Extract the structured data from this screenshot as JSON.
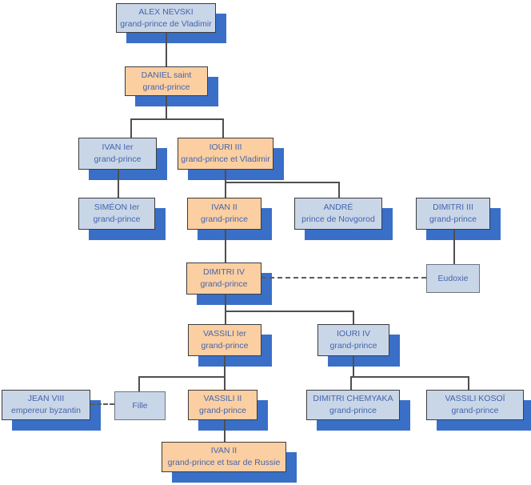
{
  "colors": {
    "box_blue": "#c9d6e7",
    "box_peach": "#fbcfa1",
    "shadow_blue": "#3a6fc8",
    "text_blue": "#4464ae",
    "line_color": "#4f4f4f"
  },
  "nodes": [
    {
      "id": "alex-nevski",
      "title": "ALEX NEVSKI",
      "subtitle": "grand-prince de Vladimir",
      "style": "blue"
    },
    {
      "id": "daniel",
      "title": "DANIEL saint",
      "subtitle": "grand-prince",
      "style": "peach"
    },
    {
      "id": "ivan-1er",
      "title": "IVAN Ier",
      "subtitle": "grand-prince",
      "style": "blue"
    },
    {
      "id": "iouri-3",
      "title": "IOURI III",
      "subtitle": "grand-prince et Vladimir",
      "style": "peach"
    },
    {
      "id": "simeon-1er",
      "title": "SIMÉON Ier",
      "subtitle": "grand-prince",
      "style": "blue"
    },
    {
      "id": "ivan-2",
      "title": "IVAN II",
      "subtitle": "grand-prince",
      "style": "peach"
    },
    {
      "id": "andre",
      "title": "ANDRÉ",
      "subtitle": "prince de Novgorod",
      "style": "blue"
    },
    {
      "id": "dimitri-3",
      "title": "DIMITRI III",
      "subtitle": "grand-prince",
      "style": "blue"
    },
    {
      "id": "dimitri-4",
      "title": "DIMITRI IV",
      "subtitle": "grand-prince",
      "style": "peach"
    },
    {
      "id": "eudoxie",
      "title": "Eudoxie",
      "subtitle": "",
      "style": "plain"
    },
    {
      "id": "vassili-1er",
      "title": "VASSILI Ier",
      "subtitle": "grand-prince",
      "style": "peach"
    },
    {
      "id": "iouri-4",
      "title": "IOURI IV",
      "subtitle": "grand-prince",
      "style": "blue"
    },
    {
      "id": "jean-8",
      "title": "JEAN VIII",
      "subtitle": "empereur byzantin",
      "style": "blue"
    },
    {
      "id": "fille",
      "title": "Fille",
      "subtitle": "",
      "style": "plain"
    },
    {
      "id": "vassili-2",
      "title": "VASSILI II",
      "subtitle": "grand-prince",
      "style": "peach"
    },
    {
      "id": "dimitri-chemyaka",
      "title": "DIMITRI CHEMYAKA",
      "subtitle": "grand-prince",
      "style": "blue"
    },
    {
      "id": "vassili-kosoi",
      "title": "VASSILI KOSOÏ",
      "subtitle": "grand-prince",
      "style": "blue"
    },
    {
      "id": "ivan-2-tsar",
      "title": "IVAN II",
      "subtitle": "grand-prince et tsar de Russie",
      "style": "peach"
    }
  ],
  "relations": {
    "solid": [
      "ALEX NEVSKI → DANIEL saint",
      "DANIEL saint → IVAN Ier",
      "DANIEL saint → IOURI III",
      "IVAN Ier → SIMÉON Ier",
      "IOURI III → IVAN II",
      "IOURI III → ANDRÉ",
      "IVAN II → DIMITRI IV",
      "DIMITRI III → Eudoxie",
      "DIMITRI IV → VASSILI Ier",
      "DIMITRI IV → IOURI IV",
      "VASSILI Ier → Fille",
      "VASSILI Ier → VASSILI II",
      "IOURI IV → DIMITRI CHEMYAKA",
      "IOURI IV → VASSILI KOSOÏ",
      "VASSILI II → IVAN II tsar"
    ],
    "dashed": [
      "DIMITRI IV ⇢ Eudoxie",
      "JEAN VIII ⇢ Fille"
    ]
  }
}
